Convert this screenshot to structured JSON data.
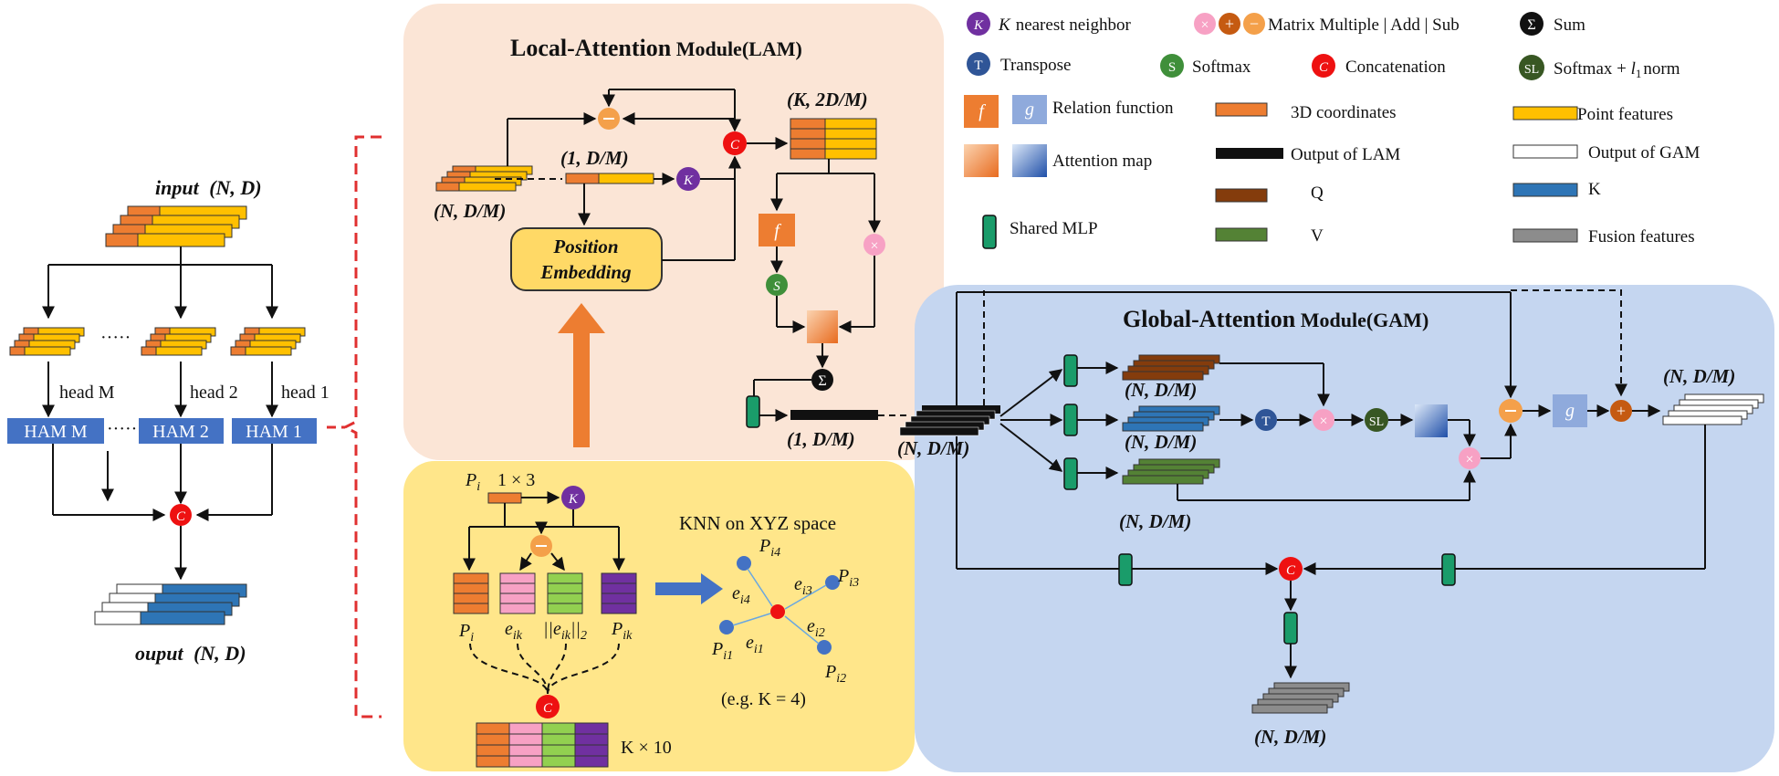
{
  "colors": {
    "coord": "#ed7d31",
    "feat": "#ffc000",
    "q": "#843c0c",
    "k": "#2e75b6",
    "v": "#548235",
    "gray": "#8c8c8c",
    "mlp": "#1a9c6a",
    "lam_bg": "#fbe5d6",
    "knn_bg": "#ffe68a",
    "gam_bg": "#c5d6f0",
    "ham": "#4472c4",
    "concat": "#ee1111",
    "pink": "#f7a1c4",
    "orange_op": "#f4a04a",
    "knn_purple": "#7030a0",
    "transpose": "#2f5597",
    "softmax": "#3f8f3a",
    "sl": "#385723",
    "relation_g": "#8faadc",
    "embed_box": "#ffd966",
    "red_dash": "#e03030",
    "big_arrow_orange": "#ed7d31",
    "big_arrow_blue": "#4472c4"
  },
  "legend": {
    "knn": {
      "symbol": "K",
      "label": "nearest neighbor"
    },
    "matrix_ops": {
      "label": "Matrix Multiple | Add | Sub",
      "symbols": [
        "×",
        "+",
        "−"
      ]
    },
    "sum": {
      "symbol": "Σ",
      "label": "Sum"
    },
    "transpose": {
      "symbol": "T",
      "label": "Transpose"
    },
    "softmax": {
      "symbol": "S",
      "label": "Softmax"
    },
    "concat": {
      "symbol": "C",
      "label": "Concatenation"
    },
    "sl": {
      "symbol": "SL",
      "label": "Softmax + ",
      "norm_symbol": "l",
      "norm_sub": "1",
      "norm_word": "norm"
    },
    "relation": {
      "symbols": [
        "f",
        "g"
      ],
      "label": "Relation function"
    },
    "attention": {
      "label": "Attention map"
    },
    "mlp": {
      "label": "Shared MLP"
    },
    "coords": {
      "label": "3D coordinates"
    },
    "lam_out": {
      "label": "Output  of  LAM"
    },
    "q": {
      "label": "Q"
    },
    "v": {
      "label": "V"
    },
    "point_feat": {
      "label": "Point features"
    },
    "gam_out": {
      "label": "Output  of  GAM"
    },
    "k": {
      "label": "K"
    },
    "fusion": {
      "label": "Fusion features"
    }
  },
  "left": {
    "input_word": "input",
    "input_dims": "(N, D)",
    "dots": "·····",
    "heads": [
      "head M",
      "head 2",
      "head 1"
    ],
    "hams": [
      "HAM M",
      "HAM 2",
      "HAM 1"
    ],
    "output_word": "ouput",
    "output_dims": "(N, D)"
  },
  "lam": {
    "title_bold": "Local-Attention",
    "title_rest": " Module(LAM)",
    "dim_in": "(N, D/M)",
    "dim_point": "(1, D/M)",
    "dim_concat": "(K, 2D/M)",
    "embed_line1": "Position",
    "embed_line2": "Embedding",
    "dim_out": "(1, D/M)",
    "f_symbol": "f",
    "s_symbol": "S",
    "sum_symbol": "Σ",
    "k_symbol": "K",
    "c_symbol": "C"
  },
  "knn_box": {
    "pi_label": "P",
    "pi_sub": "i",
    "dims": "1 × 3",
    "labels": {
      "pi": {
        "main": "P",
        "sub": "i"
      },
      "eik": {
        "main": "e",
        "sub": "ik"
      },
      "norm": {
        "main": "||e",
        "sub": "ik",
        "tail": "||",
        "tail_sub": "2"
      },
      "pik": {
        "main": "P",
        "sub": "ik"
      }
    },
    "knn_title": "KNN on XYZ space",
    "neighbors": [
      {
        "p": "P",
        "p_sub": "i4",
        "e": "e",
        "e_sub": "i4"
      },
      {
        "p": "P",
        "p_sub": "i3",
        "e": "e",
        "e_sub": "i3"
      },
      {
        "p": "P",
        "p_sub": "i1",
        "e": "e",
        "e_sub": "i1"
      },
      {
        "p": "P",
        "p_sub": "i2",
        "e": "e",
        "e_sub": "i2"
      }
    ],
    "example": "(e.g. K = 4)",
    "result_dims": "K × 10"
  },
  "gam": {
    "title_bold": "Global-Attention",
    "title_rest": " Module(GAM)",
    "dim_in": "(N, D/M)",
    "dim_q": "(N, D/M)",
    "dim_k": "(N, D/M)",
    "dim_v": "(N, D/M)",
    "dim_out": "(N, D/M)",
    "dim_fusion": "(N, D/M)",
    "g_symbol": "g",
    "t_symbol": "T",
    "sl_symbol": "SL"
  }
}
